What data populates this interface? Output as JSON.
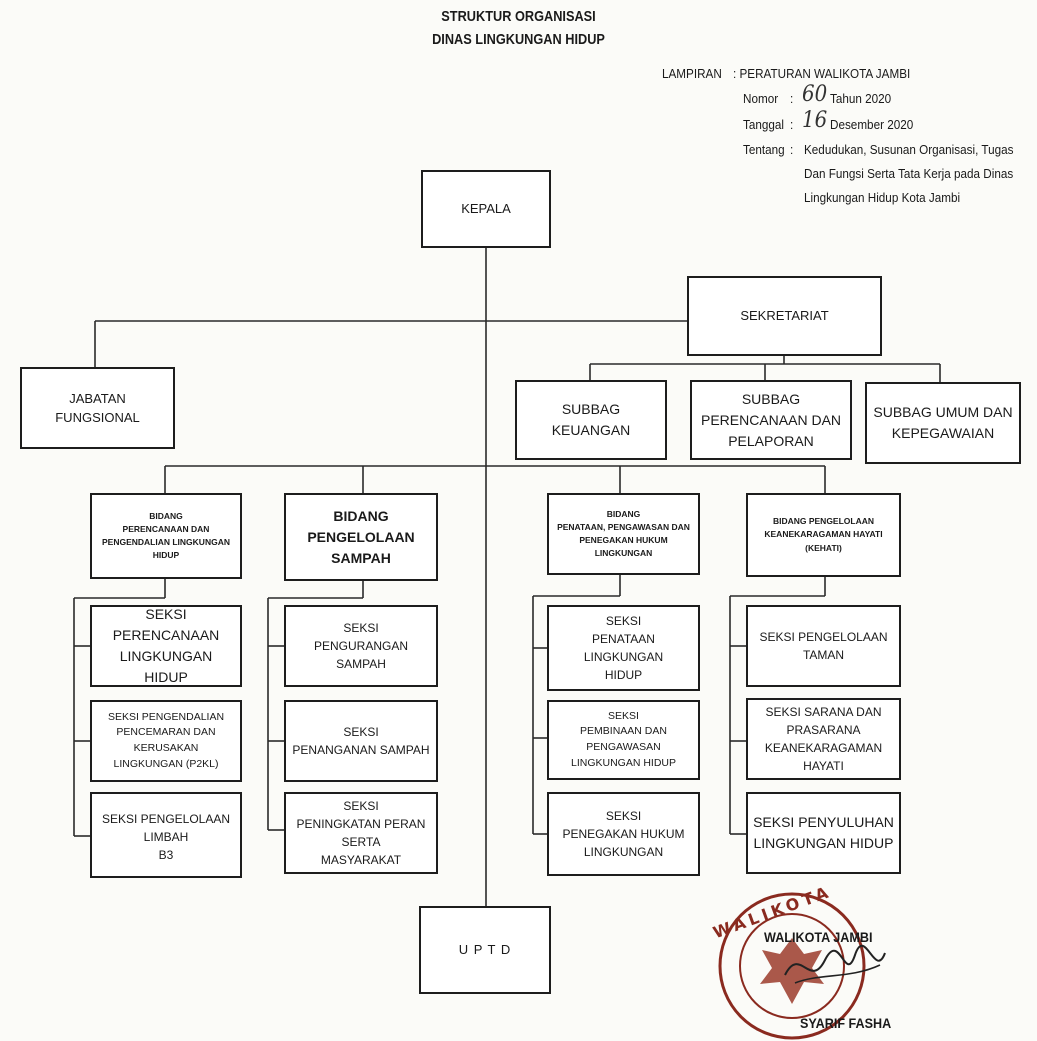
{
  "header": {
    "title_line1": "STRUKTUR ORGANISASI",
    "title_line2": "DINAS LINGKUNGAN HIDUP"
  },
  "lampiran": {
    "label": "LAMPIRAN",
    "value": ": PERATURAN WALIKOTA JAMBI",
    "nomor_label": "Nomor",
    "nomor_number": "60",
    "nomor_rest": "Tahun 2020",
    "tanggal_label": "Tanggal",
    "tanggal_number": "16",
    "tanggal_rest": "Desember 2020",
    "tentang_label": "Tentang",
    "tentang_line1": "Kedudukan, Susunan Organisasi, Tugas",
    "tentang_line2": "Dan Fungsi Serta Tata Kerja pada Dinas",
    "tentang_line3": "Lingkungan Hidup Kota Jambi"
  },
  "org": {
    "kepala": "KEPALA",
    "sekretariat": "SEKRETARIAT",
    "jabatan_fungsional": "JABATAN FUNGSIONAL",
    "subbag_keuangan": [
      "SUBBAG",
      "KEUANGAN"
    ],
    "subbag_perencanaan": [
      "SUBBAG",
      "PERENCANAAN DAN",
      "PELAPORAN"
    ],
    "subbag_umum": [
      "SUBBAG UMUM DAN",
      "KEPEGAWAIAN"
    ],
    "bidang_perencanaan": [
      "BIDANG",
      "PERENCANAAN DAN",
      "PENGENDALIAN LINGKUNGAN",
      "HIDUP"
    ],
    "bidang_sampah": [
      "BIDANG PENGELOLAAN",
      "SAMPAH"
    ],
    "bidang_penataan": [
      "BIDANG",
      "PENATAAN, PENGAWASAN DAN",
      "PENEGAKAN HUKUM LINGKUNGAN"
    ],
    "bidang_kehati": [
      "BIDANG PENGELOLAAN",
      "KEANEKARAGAMAN HAYATI",
      "(KEHATI)"
    ],
    "seksi_perencanaan_lh": [
      "SEKSI PERENCANAAN",
      "LINGKUNGAN HIDUP"
    ],
    "seksi_p2kl": [
      "SEKSI PENGENDALIAN",
      "PENCEMARAN DAN KERUSAKAN",
      "LINGKUNGAN (P2KL)"
    ],
    "seksi_limbah_b3": [
      "SEKSI PENGELOLAAN LIMBAH",
      "B3"
    ],
    "seksi_pengurangan_sampah": [
      "SEKSI",
      "PENGURANGAN SAMPAH"
    ],
    "seksi_penanganan_sampah": [
      "SEKSI",
      "PENANGANAN SAMPAH"
    ],
    "seksi_peran_serta": [
      "SEKSI",
      "PENINGKATAN PERAN SERTA",
      "MASYARAKAT"
    ],
    "seksi_penataan_lh": [
      "SEKSI",
      "PENATAAN LINGKUNGAN",
      "HIDUP"
    ],
    "seksi_pembinaan": [
      "SEKSI",
      "PEMBINAAN DAN PENGAWASAN",
      "LINGKUNGAN HIDUP"
    ],
    "seksi_penegakan": [
      "SEKSI",
      "PENEGAKAN HUKUM",
      "LINGKUNGAN"
    ],
    "seksi_taman": [
      "SEKSI PENGELOLAAN TAMAN"
    ],
    "seksi_sarana": [
      "SEKSI  SARANA DAN",
      "PRASARANA",
      "KEANEKARAGAMAN HAYATI"
    ],
    "seksi_penyuluhan": [
      "SEKSI PENYULUHAN",
      "LINGKUNGAN HIDUP"
    ],
    "uptd": "U P T D"
  },
  "signature": {
    "office": "WALIKOTA JAMBI",
    "name": "SYARIF FASHA",
    "seal_text": "WALIKOTA"
  }
}
